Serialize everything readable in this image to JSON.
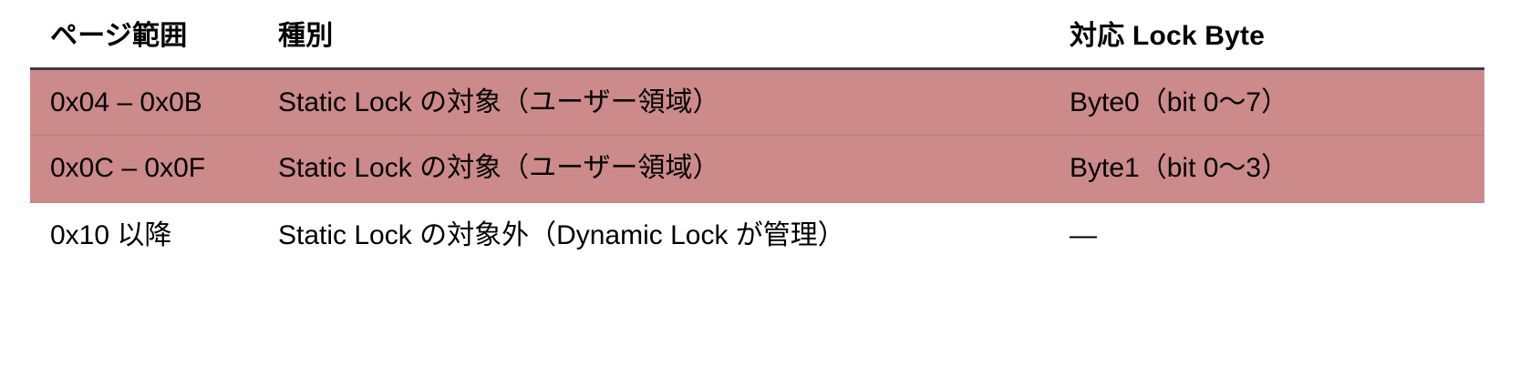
{
  "table": {
    "columns": [
      {
        "key": "range",
        "label": "ページ範囲"
      },
      {
        "key": "kind",
        "label": "種別"
      },
      {
        "key": "byte",
        "label": "対応 Lock Byte"
      }
    ],
    "rows": [
      {
        "range": "0x04 – 0x0B",
        "kind": "Static Lock の対象（ユーザー領域）",
        "byte": "Byte0（bit 0〜7）",
        "highlighted": true
      },
      {
        "range": "0x0C – 0x0F",
        "kind": "Static Lock の対象（ユーザー領域）",
        "byte": "Byte1（bit 0〜3）",
        "highlighted": true
      },
      {
        "range": "0x10 以降",
        "kind": "Static Lock の対象外（Dynamic Lock が管理）",
        "byte": "—",
        "highlighted": false
      }
    ]
  },
  "colors": {
    "highlight_row": "#cd8a8a",
    "header_rule": "#3c3c3c",
    "row_divider": "#b87f7f",
    "text": "#000000",
    "background": "#ffffff"
  }
}
